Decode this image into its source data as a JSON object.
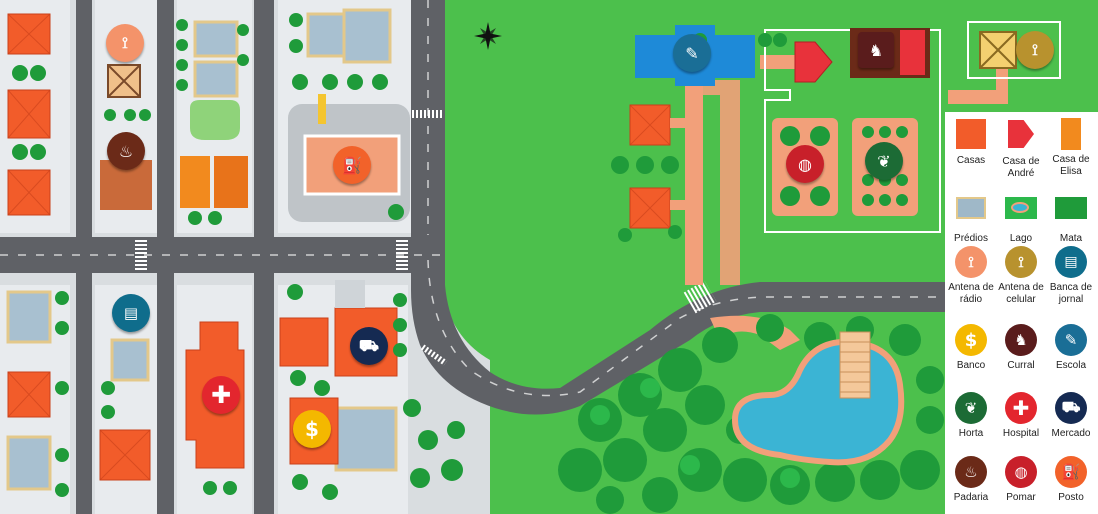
{
  "legend": {
    "items": [
      {
        "label": "Casas",
        "icon": "house-icon",
        "color": "#f25c2a"
      },
      {
        "label": "Casa de André",
        "icon": "andre-house-icon",
        "color": "#e8323b"
      },
      {
        "label": "Casa de Elisa",
        "icon": "elisa-house-icon",
        "color": "#f28a1e"
      },
      {
        "label": "Prédios",
        "icon": "building-icon",
        "color": "#9fb8c8"
      },
      {
        "label": "Lago",
        "icon": "lake-icon",
        "color": "#3bb4d4"
      },
      {
        "label": "Mata",
        "icon": "forest-icon",
        "color": "#1f9b3a"
      },
      {
        "label": "Antena de rádio",
        "icon": "radio-antenna-icon",
        "color": "#f4936a"
      },
      {
        "label": "Antena de celular",
        "icon": "cell-antenna-icon",
        "color": "#b8922e"
      },
      {
        "label": "Banca de jornal",
        "icon": "newsstand-icon",
        "color": "#0f6d8c"
      },
      {
        "label": "Banco",
        "icon": "bank-icon",
        "color": "#f4b800"
      },
      {
        "label": "Curral",
        "icon": "corral-icon",
        "color": "#5a1c1c"
      },
      {
        "label": "Escola",
        "icon": "school-icon",
        "color": "#1a6e96"
      },
      {
        "label": "Horta",
        "icon": "vegetable-garden-icon",
        "color": "#1c6b35"
      },
      {
        "label": "Hospital",
        "icon": "hospital-icon",
        "color": "#e3262e"
      },
      {
        "label": "Mercado",
        "icon": "market-icon",
        "color": "#152a52"
      },
      {
        "label": "Padaria",
        "icon": "bakery-icon",
        "color": "#6b2a18"
      },
      {
        "label": "Pomar",
        "icon": "orchard-icon",
        "color": "#c8202a"
      },
      {
        "label": "Posto",
        "icon": "gas-station-icon",
        "color": "#f2622a"
      }
    ]
  },
  "map": {
    "compass": "compass-rose-icon",
    "colors": {
      "grass": "#4cc04c",
      "road": "#5f6166",
      "sidewalk": "#d9dde0",
      "path": "#f2a07a"
    }
  }
}
